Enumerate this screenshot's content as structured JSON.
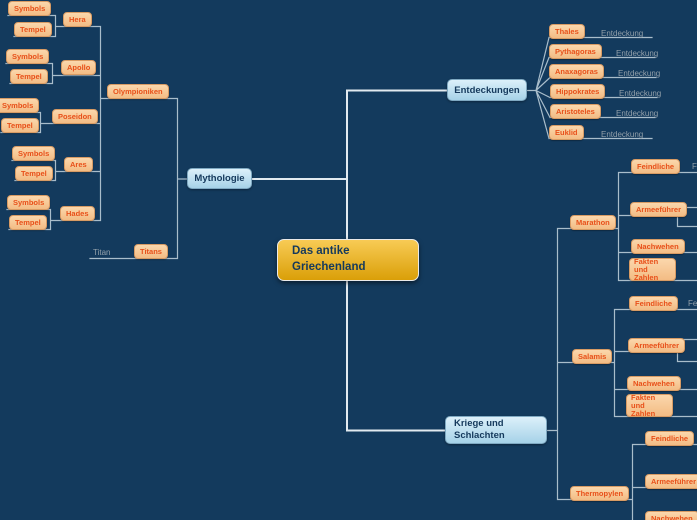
{
  "colors": {
    "background": "#133A5D",
    "line": "#A9BDCB",
    "line_main": "#E2EAF0",
    "node_fill": "#F7C894",
    "node_text": "#E8501A",
    "topic_fill": "#BBDDEF",
    "topic_text": "#15395C",
    "root_fill": "#E9B32B",
    "leaf_text": "#93A0AA"
  },
  "root": {
    "label": "Das antike Griechenland"
  },
  "mythologie": {
    "label": "Mythologie",
    "olympioniken": {
      "label": "Olympioniken",
      "gods": [
        {
          "label": "Hera",
          "children": [
            "Symbols",
            "Tempel"
          ]
        },
        {
          "label": "Apollo",
          "children": [
            "Symbols",
            "Tempel"
          ]
        },
        {
          "label": "Poseidon",
          "children": [
            "Symbols",
            "Tempel"
          ]
        },
        {
          "label": "Ares",
          "children": [
            "Symbols",
            "Tempel"
          ]
        },
        {
          "label": "Hades",
          "children": [
            "Symbols",
            "Tempel"
          ]
        }
      ]
    },
    "titans": {
      "label": "Titans",
      "children": [
        "Titan"
      ]
    }
  },
  "entdeckungen": {
    "label": "Entdeckungen",
    "scholars": [
      {
        "label": "Thales",
        "children": [
          "Entdeckung"
        ]
      },
      {
        "label": "Pythagoras",
        "children": [
          "Entdeckung"
        ]
      },
      {
        "label": "Anaxagoras",
        "children": [
          "Entdeckung"
        ]
      },
      {
        "label": "Hippokrates",
        "children": [
          "Entdeckung"
        ]
      },
      {
        "label": "Aristoteles",
        "children": [
          "Entdeckung"
        ]
      },
      {
        "label": "Euklid",
        "children": [
          "Entdeckung"
        ]
      }
    ]
  },
  "kriege": {
    "label": "Kriege und Schlachten",
    "battles": [
      {
        "label": "Marathon",
        "children": [
          "Feindliche",
          "Armeeführer",
          "Nachwehen",
          "Fakten und Zahlen"
        ]
      },
      {
        "label": "Salamis",
        "children": [
          "Feindliche",
          "Armeeführer",
          "Nachwehen",
          "Fakten und Zahlen"
        ]
      },
      {
        "label": "Thermopylen",
        "children": [
          "Feindliche",
          "Armeeführer",
          "Nachwehen"
        ]
      }
    ]
  },
  "fragments": {
    "marathon_edge": "F",
    "salamis_edge": "Fe"
  }
}
